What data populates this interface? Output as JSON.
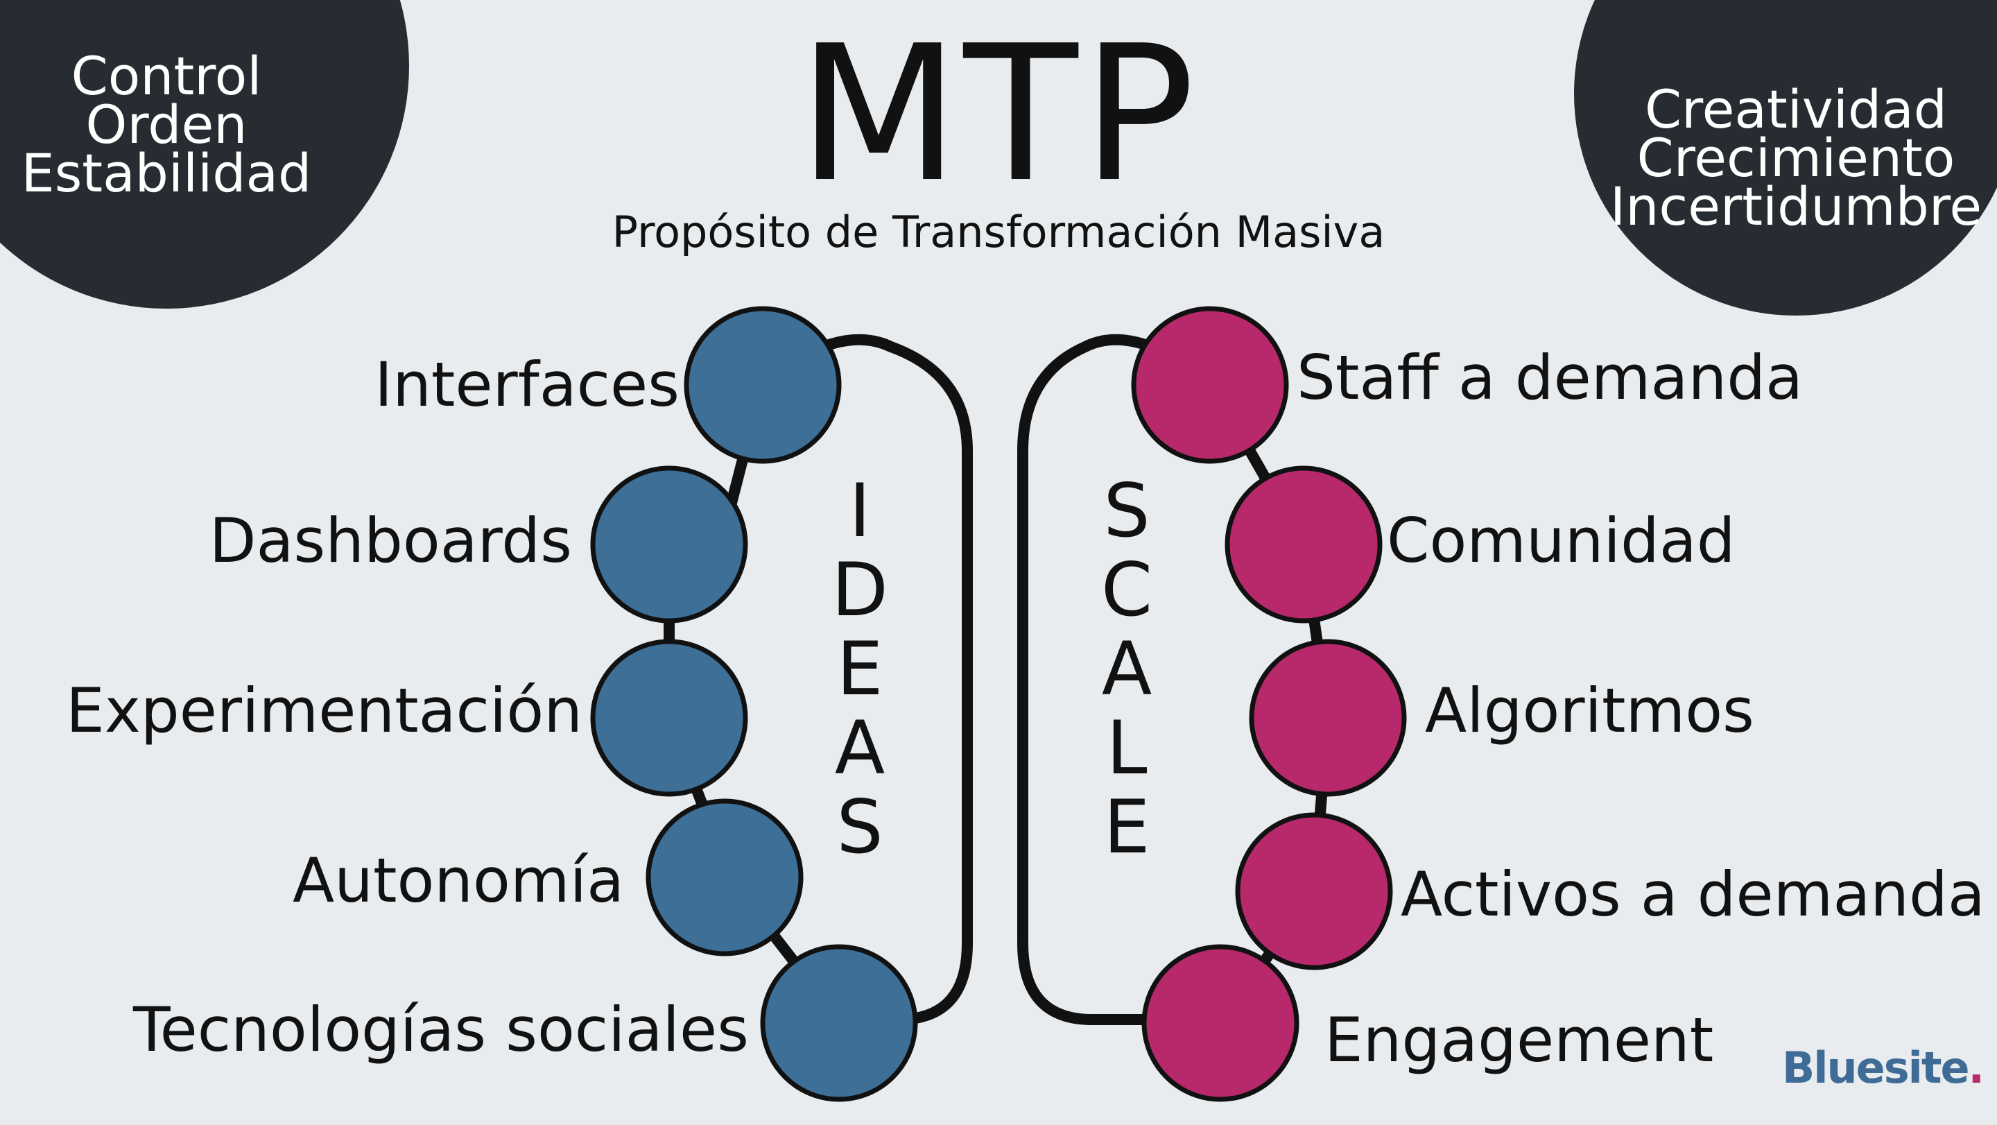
{
  "corner_left": {
    "lines": [
      "Control",
      "Orden",
      "Estabilidad"
    ]
  },
  "corner_right": {
    "lines": [
      "Creatividad",
      "Crecimiento",
      "Incertidumbre"
    ]
  },
  "title": "MTP",
  "subtitle": "Propósito de Transformación Masiva",
  "ideas": {
    "letters": [
      "I",
      "D",
      "E",
      "A",
      "S"
    ],
    "items": [
      "Interfaces",
      "Dashboards",
      "Experimentación",
      "Autonomía",
      "Tecnologías sociales"
    ]
  },
  "scale": {
    "letters": [
      "S",
      "C",
      "A",
      "L",
      "E"
    ],
    "items": [
      "Staff a demanda",
      "Comunidad",
      "Algoritmos",
      "Activos a demanda",
      "Engagement"
    ]
  },
  "logo": {
    "text": "Bluesite",
    "dot": "."
  },
  "colors": {
    "background": "#e9ecee",
    "dark": "#262c31",
    "ideas_circle": "#3e6f97",
    "scale_circle": "#b8296b",
    "outline": "#111111"
  }
}
